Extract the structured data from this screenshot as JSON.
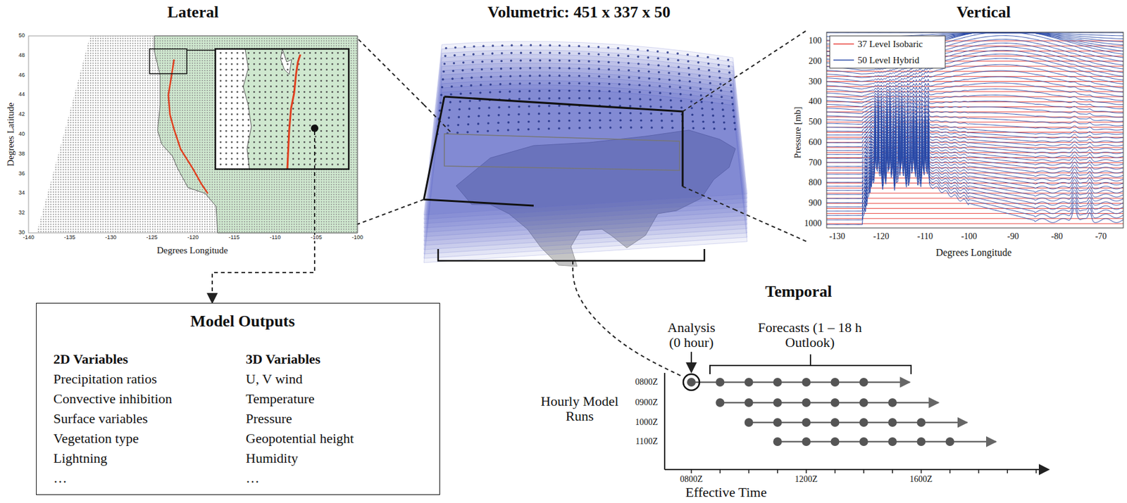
{
  "diagram": {
    "nodes": [
      {
        "text": [
          "Lateral"
        ]
      },
      {
        "text": [
          "Volumetric: 451 x 337 x 50"
        ]
      },
      {
        "text": [
          "Vertical"
        ]
      },
      {
        "text": [
          "Model Outputs",
          "2D Variables",
          "Precipitation ratios",
          "Convective inhibition",
          "Surface variables",
          "Vegetation type",
          "Lightning",
          "…",
          "3D Variables",
          "U, V wind",
          "Temperature",
          "Pressure",
          "Geopotential height",
          "Humidity",
          "…"
        ]
      },
      {
        "text": [
          "Temporal"
        ]
      }
    ],
    "edges": [
      {
        "from": 0,
        "to": 3,
        "arrow": "to"
      },
      {
        "from": 1,
        "to": 0,
        "arrow": "none"
      },
      {
        "from": 1,
        "to": 2,
        "arrow": "none"
      },
      {
        "from": 1,
        "to": 4,
        "arrow": "none"
      }
    ],
    "labels": [
      "50",
      "48",
      "46",
      "44",
      "42",
      "40",
      "38",
      "36",
      "34",
      "32",
      "30",
      "-140",
      "-135",
      "-130",
      "-125",
      "-120",
      "-115",
      "-110",
      "-105",
      "-100",
      "Degrees Latitude",
      "Degrees Longitude",
      "100",
      "200",
      "300",
      "400",
      "500",
      "600",
      "700",
      "800",
      "900",
      "1000",
      "-130",
      "-120",
      "-110",
      "-100",
      "-90",
      "-80",
      "-70",
      "Pressure [mb]",
      "Degrees Longitude",
      "Analysis (0 hour)",
      "Forecasts (1 – 18 h Outlook)",
      "Hourly Model Runs",
      "0800Z",
      "0900Z",
      "1000Z",
      "1100Z",
      "0800Z",
      "1200Z",
      "1600Z",
      "Effective Time"
    ],
    "legend": [
      {
        "text": "37 Level Isobaric"
      },
      {
        "text": "50 Level Hybrid"
      }
    ]
  }
}
